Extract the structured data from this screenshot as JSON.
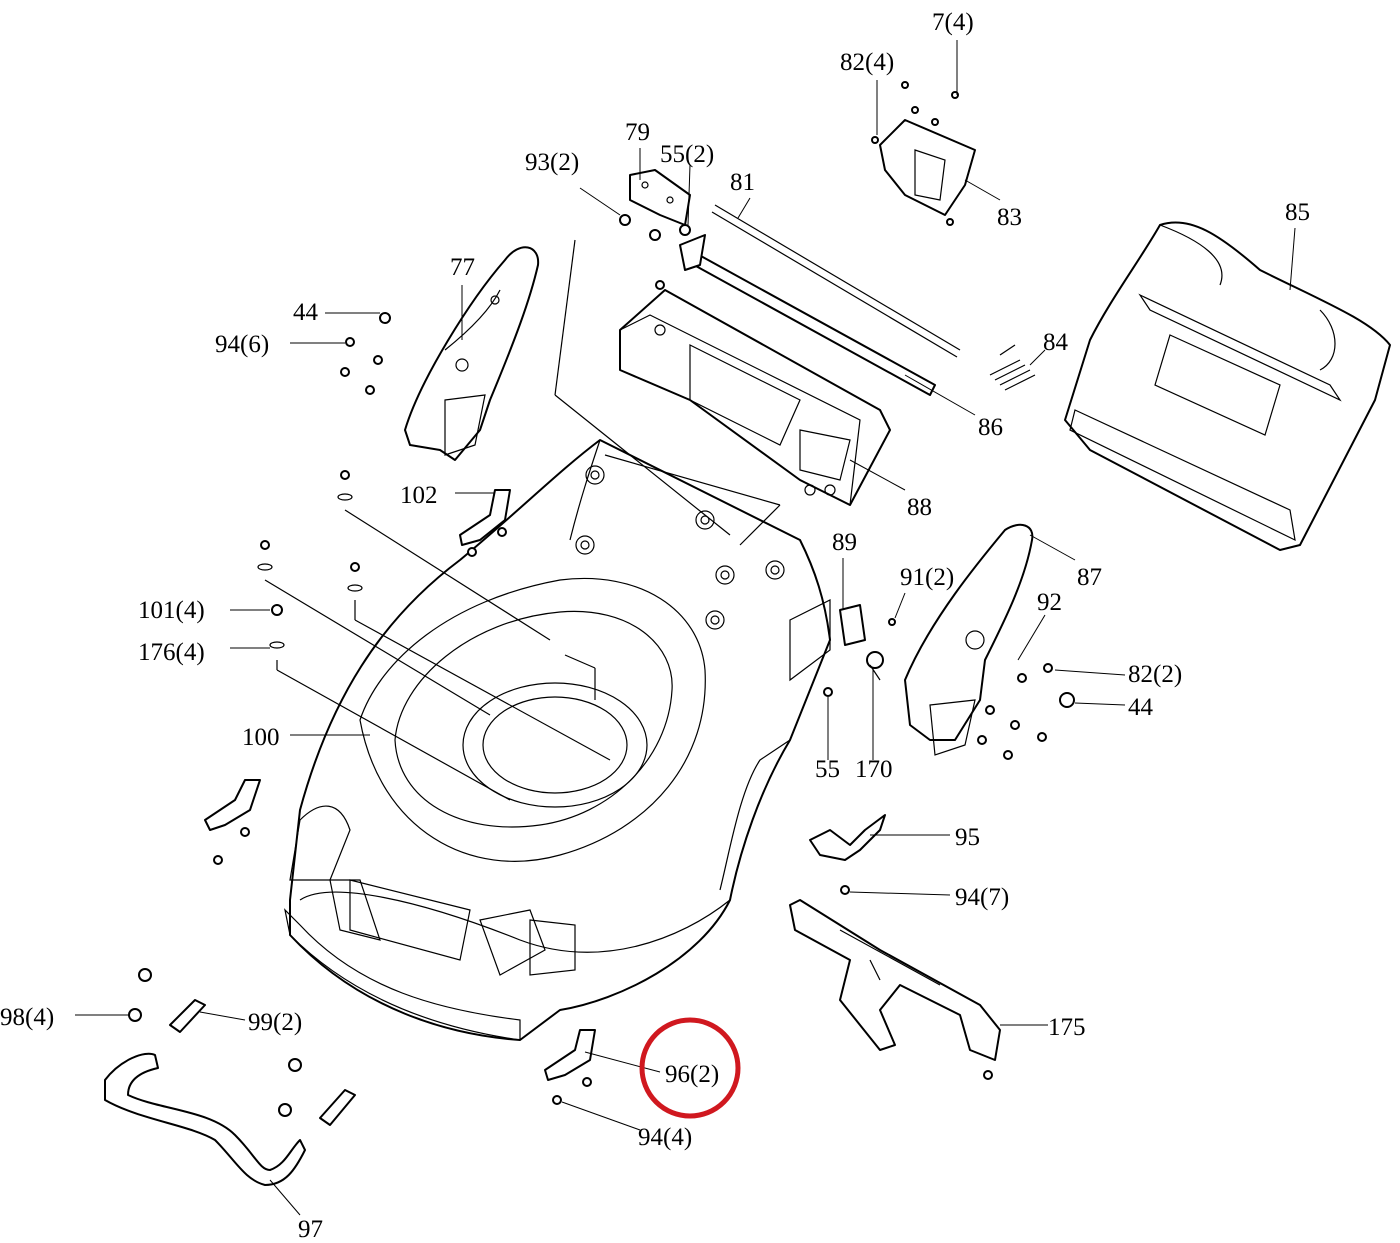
{
  "labels": {
    "l7": "7(4)",
    "l82a": "82(4)",
    "l79": "79",
    "l55a": "55(2)",
    "l93": "93(2)",
    "l81": "81",
    "l83": "83",
    "l85": "85",
    "l77": "77",
    "l44a": "44",
    "l94a": "94(6)",
    "l84": "84",
    "l86": "86",
    "l102": "102",
    "l88": "88",
    "l89": "89",
    "l87": "87",
    "l91": "91(2)",
    "l92": "92",
    "l101": "101(4)",
    "l176": "176(4)",
    "l82b": "82(2)",
    "l44b": "44",
    "l100": "100",
    "l55b": "55",
    "l170": "170",
    "l95": "95",
    "l94b": "94(7)",
    "l98": "98(4)",
    "l99": "99(2)",
    "l175": "175",
    "l96": "96(2)",
    "l94c": "94(4)",
    "l97": "97"
  },
  "highlight": {
    "target": "96(2)",
    "color": "#d0181f"
  }
}
